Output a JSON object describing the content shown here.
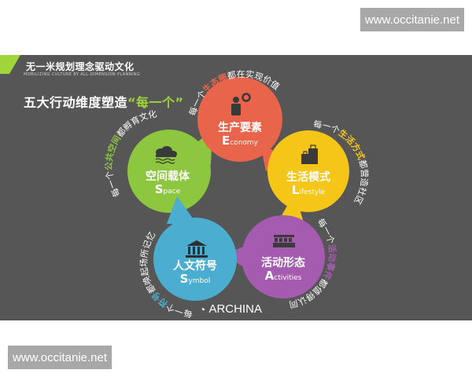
{
  "watermarks": {
    "top": "www.occitanie.net",
    "bottom": "www.occitanie.net"
  },
  "header": {
    "title": "无一米规划理念驱动文化",
    "subtitle": "MOBILIZING CULTURE BY ALL-DIMENSION PLANNING"
  },
  "main_title": {
    "prefix": "五大行动维度塑造",
    "open_quote": "“",
    "highlight": "每一个",
    "close_quote": "”"
  },
  "colors": {
    "panel": "#565656",
    "economy": "#E8644A",
    "lifestyle": "#F5C518",
    "activities": "#A55BB0",
    "symbol": "#4BAED0",
    "space": "#8DC63F",
    "accent_green": "#9FD43A"
  },
  "nodes": [
    {
      "id": "economy",
      "cn": "生产要素",
      "en_initial": "E",
      "en_rest": "conomy",
      "icon": "people-gear-icon",
      "caption": {
        "pre": "每一个",
        "key": "生态圈",
        "post": "都在实现价值"
      }
    },
    {
      "id": "lifestyle",
      "cn": "生活模式",
      "en_initial": "L",
      "en_rest": "ifestyle",
      "icon": "shopping-bags-icon",
      "caption": {
        "pre": "每一个",
        "key": "生活方式",
        "post": "都营造社区"
      }
    },
    {
      "id": "activities",
      "cn": "活动形态",
      "en_initial": "A",
      "en_rest": "ctivities",
      "icon": "theater-audience-icon",
      "caption": {
        "pre": "每一个",
        "key": "活动事件",
        "post": "都值得认同"
      }
    },
    {
      "id": "symbol",
      "cn": "人文符号",
      "en_initial": "S",
      "en_rest": "ymbol",
      "icon": "museum-building-icon",
      "caption": {
        "pre": "每一个",
        "key": "符号",
        "post": "都唤起场所记忆"
      }
    },
    {
      "id": "space",
      "cn": "空间载体",
      "en_initial": "S",
      "en_rest": "pace",
      "icon": "trees-water-icon",
      "caption": {
        "pre": "每一个",
        "key": "公共空间",
        "post": "都孵育文化"
      }
    }
  ],
  "brand": {
    "icon": "weibo-icon",
    "name": "ARCHINA"
  }
}
